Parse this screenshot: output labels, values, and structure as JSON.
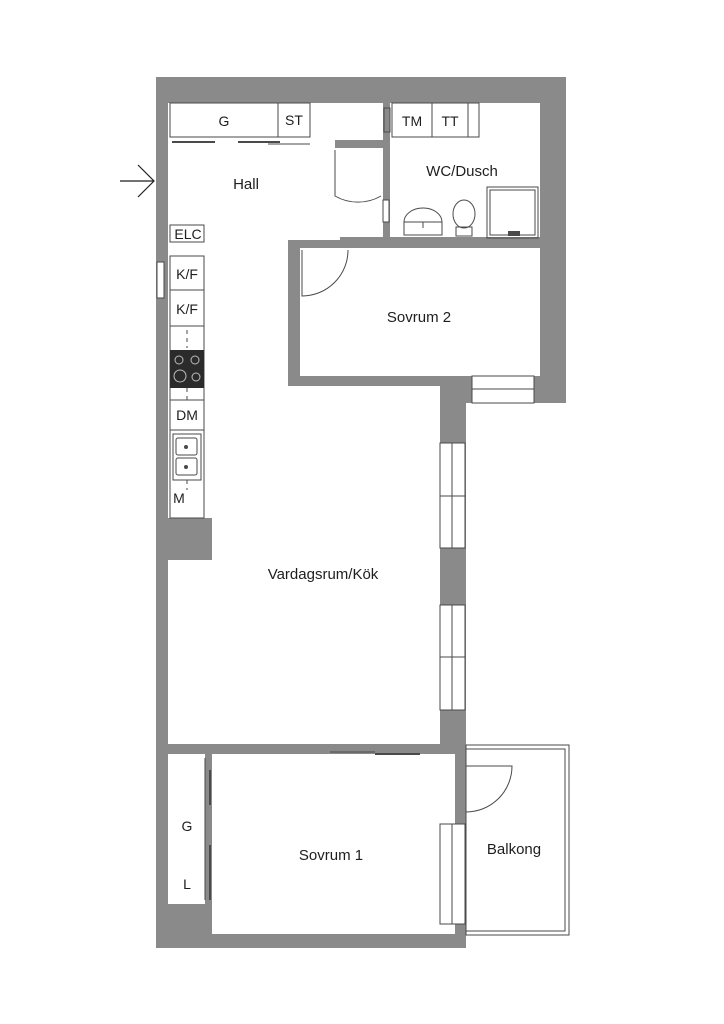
{
  "colors": {
    "wall": "#8a8a8a",
    "floor": "#ffffff",
    "line": "#4a4a4a",
    "text": "#1e1e1e"
  },
  "rooms": {
    "hall": "Hall",
    "wc": "WC/Dusch",
    "bedroom2": "Sovrum 2",
    "living": "Vardagsrum/Kök",
    "bedroom1": "Sovrum 1",
    "balcony": "Balkong"
  },
  "fixtures": {
    "hall_wardrobe": "G",
    "hall_storage": "ST",
    "washer": "TM",
    "dryer": "TT",
    "electrical": "ELC",
    "fridge_freezer_1": "K/F",
    "fridge_freezer_2": "K/F",
    "dishwasher": "DM",
    "microwave": "M",
    "bedroom_wardrobe": "G",
    "linen_closet": "L"
  },
  "icons": {
    "entrance": "entrance-arrow-icon",
    "stove": "stove-icon",
    "sink": "kitchen-sink-icon",
    "toilet": "toilet-icon",
    "washbasin": "washbasin-icon",
    "shower": "shower-icon"
  }
}
